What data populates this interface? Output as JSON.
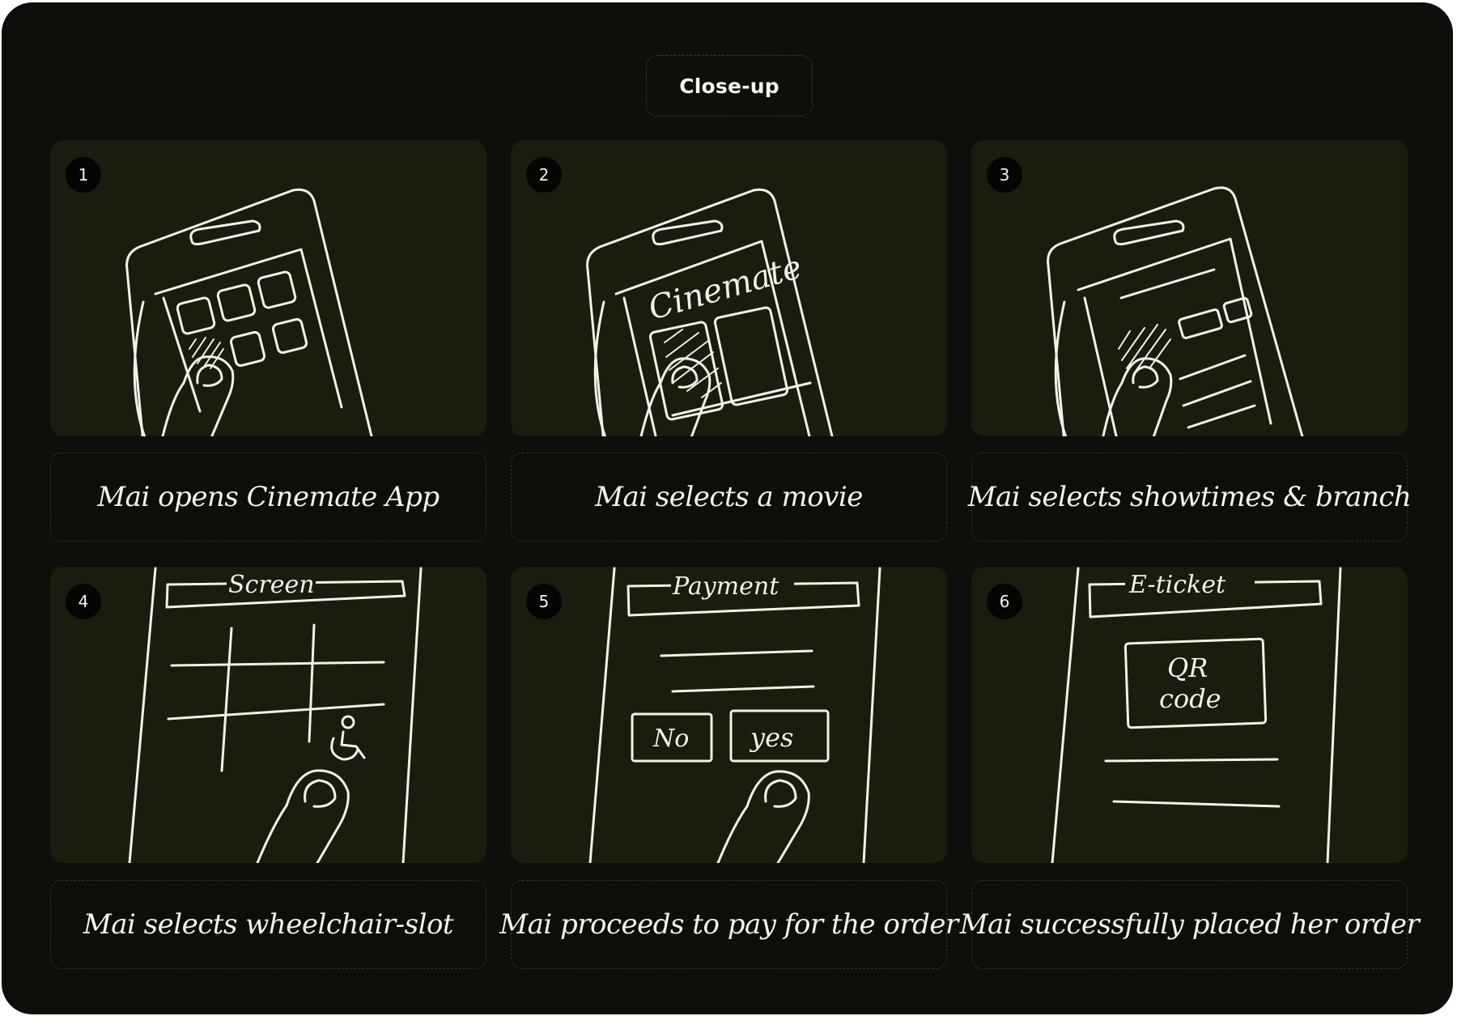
{
  "header": {
    "title": "Close-up"
  },
  "steps": [
    {
      "number": "1",
      "caption": "Mai opens Cinemate App"
    },
    {
      "number": "2",
      "caption": "Mai selects a movie",
      "sketch_text": "Cinemate"
    },
    {
      "number": "3",
      "caption": "Mai selects showtimes & branch"
    },
    {
      "number": "4",
      "caption": "Mai selects wheelchair-slot",
      "sketch_text": "Screen"
    },
    {
      "number": "5",
      "caption": "Mai proceeds to pay for the order",
      "sketch_text": "Payment",
      "sketch_buttons": [
        "No",
        "yes"
      ]
    },
    {
      "number": "6",
      "caption": "Mai successfully placed her order",
      "sketch_text": "E-ticket",
      "sketch_box_lines": [
        "QR",
        "code"
      ]
    }
  ],
  "colors": {
    "board": "#0e0e0b",
    "panel": "#1b1b0e",
    "ink": "#f1f1ea"
  }
}
